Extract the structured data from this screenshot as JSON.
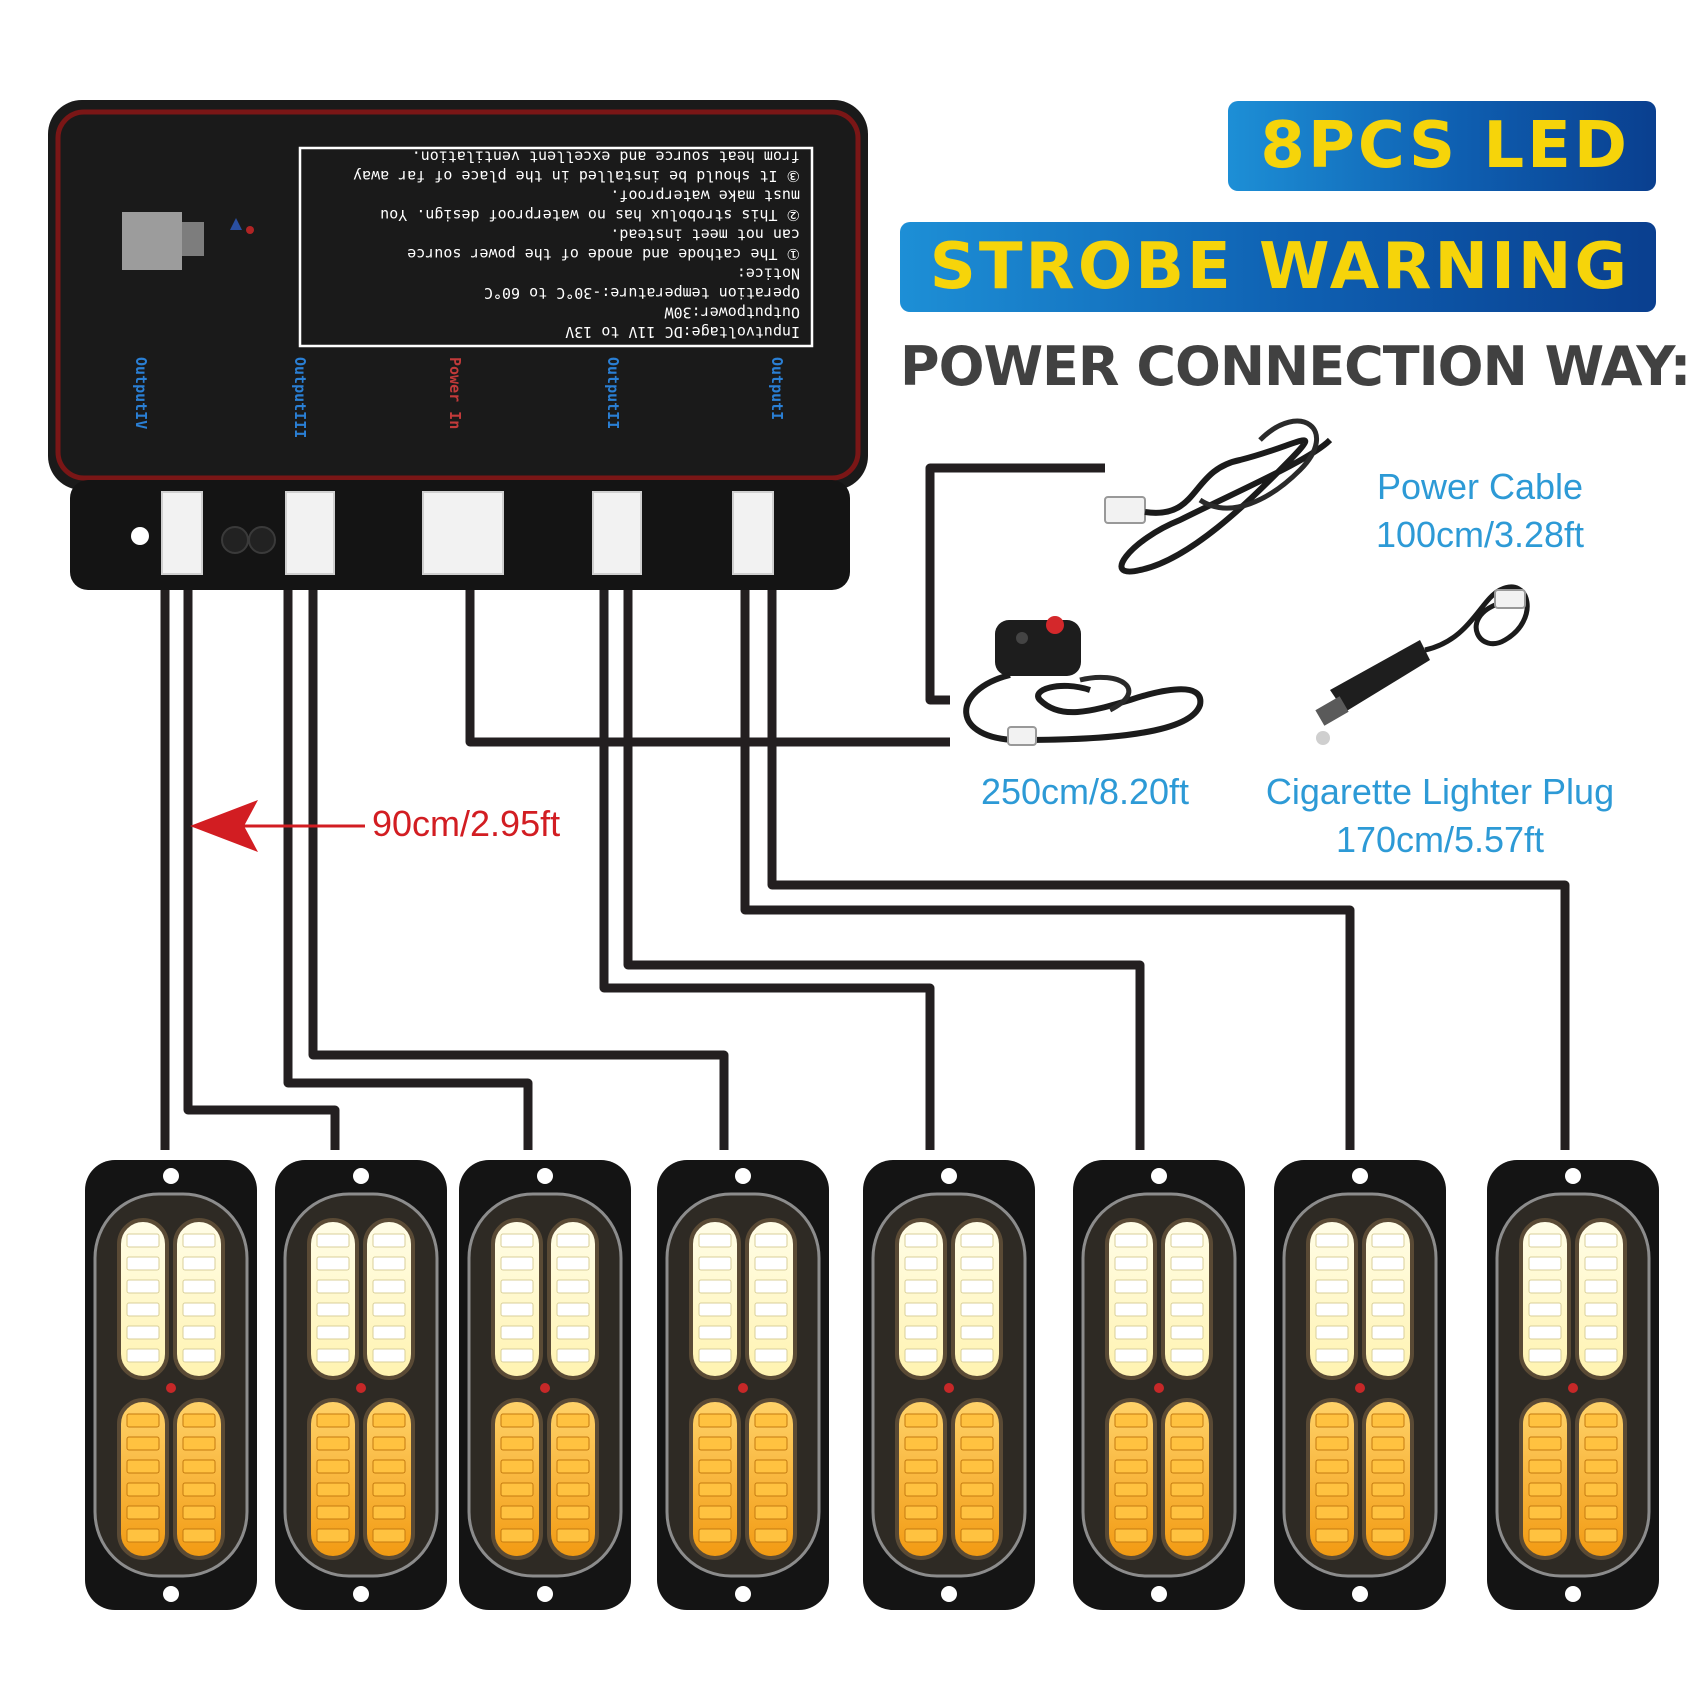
{
  "headline": {
    "line1": "8PCS LED",
    "line2": "STROBE WARNING",
    "line3": "POWER CONNECTION WAY:"
  },
  "control_box": {
    "ports": [
      "OutputIV",
      "OutputIII",
      "Power In",
      "OutputII",
      "OutputI"
    ],
    "port_colors": [
      "#2a7fd4",
      "#2a7fd4",
      "#c23a3a",
      "#2a7fd4",
      "#2a7fd4"
    ],
    "spec_lines": [
      "Inputvoltage:DC 11V to 13V",
      "Outputpower:30W",
      "Operation temperature:-30°C to 60°C",
      "Notice:",
      "① The cathode and anode of the power source",
      "can not meet instead.",
      "② This strobolux has no waterproof design. You",
      "must make waterproof.",
      "③ It should be installed in the place of far away",
      "from heat source and excellent ventilation."
    ]
  },
  "accessories": {
    "power_cable_title": "Power Cable",
    "power_cable_length": "100cm/3.28ft",
    "switch_cable_length": "250cm/8.20ft",
    "cigarette_title": "Cigarette Lighter Plug",
    "cigarette_length": "170cm/5.57ft"
  },
  "cable_length_label": "90cm/2.95ft",
  "light_count": 8,
  "colors": {
    "badge_text": "#f6d40a",
    "badge_bg": "#0e5eb0",
    "caption_blue": "#2d9ad6",
    "heading_gray": "#414141",
    "arrow_red": "#d21d22",
    "led_white": "#fffbe6",
    "led_amber": "#ffb020"
  }
}
